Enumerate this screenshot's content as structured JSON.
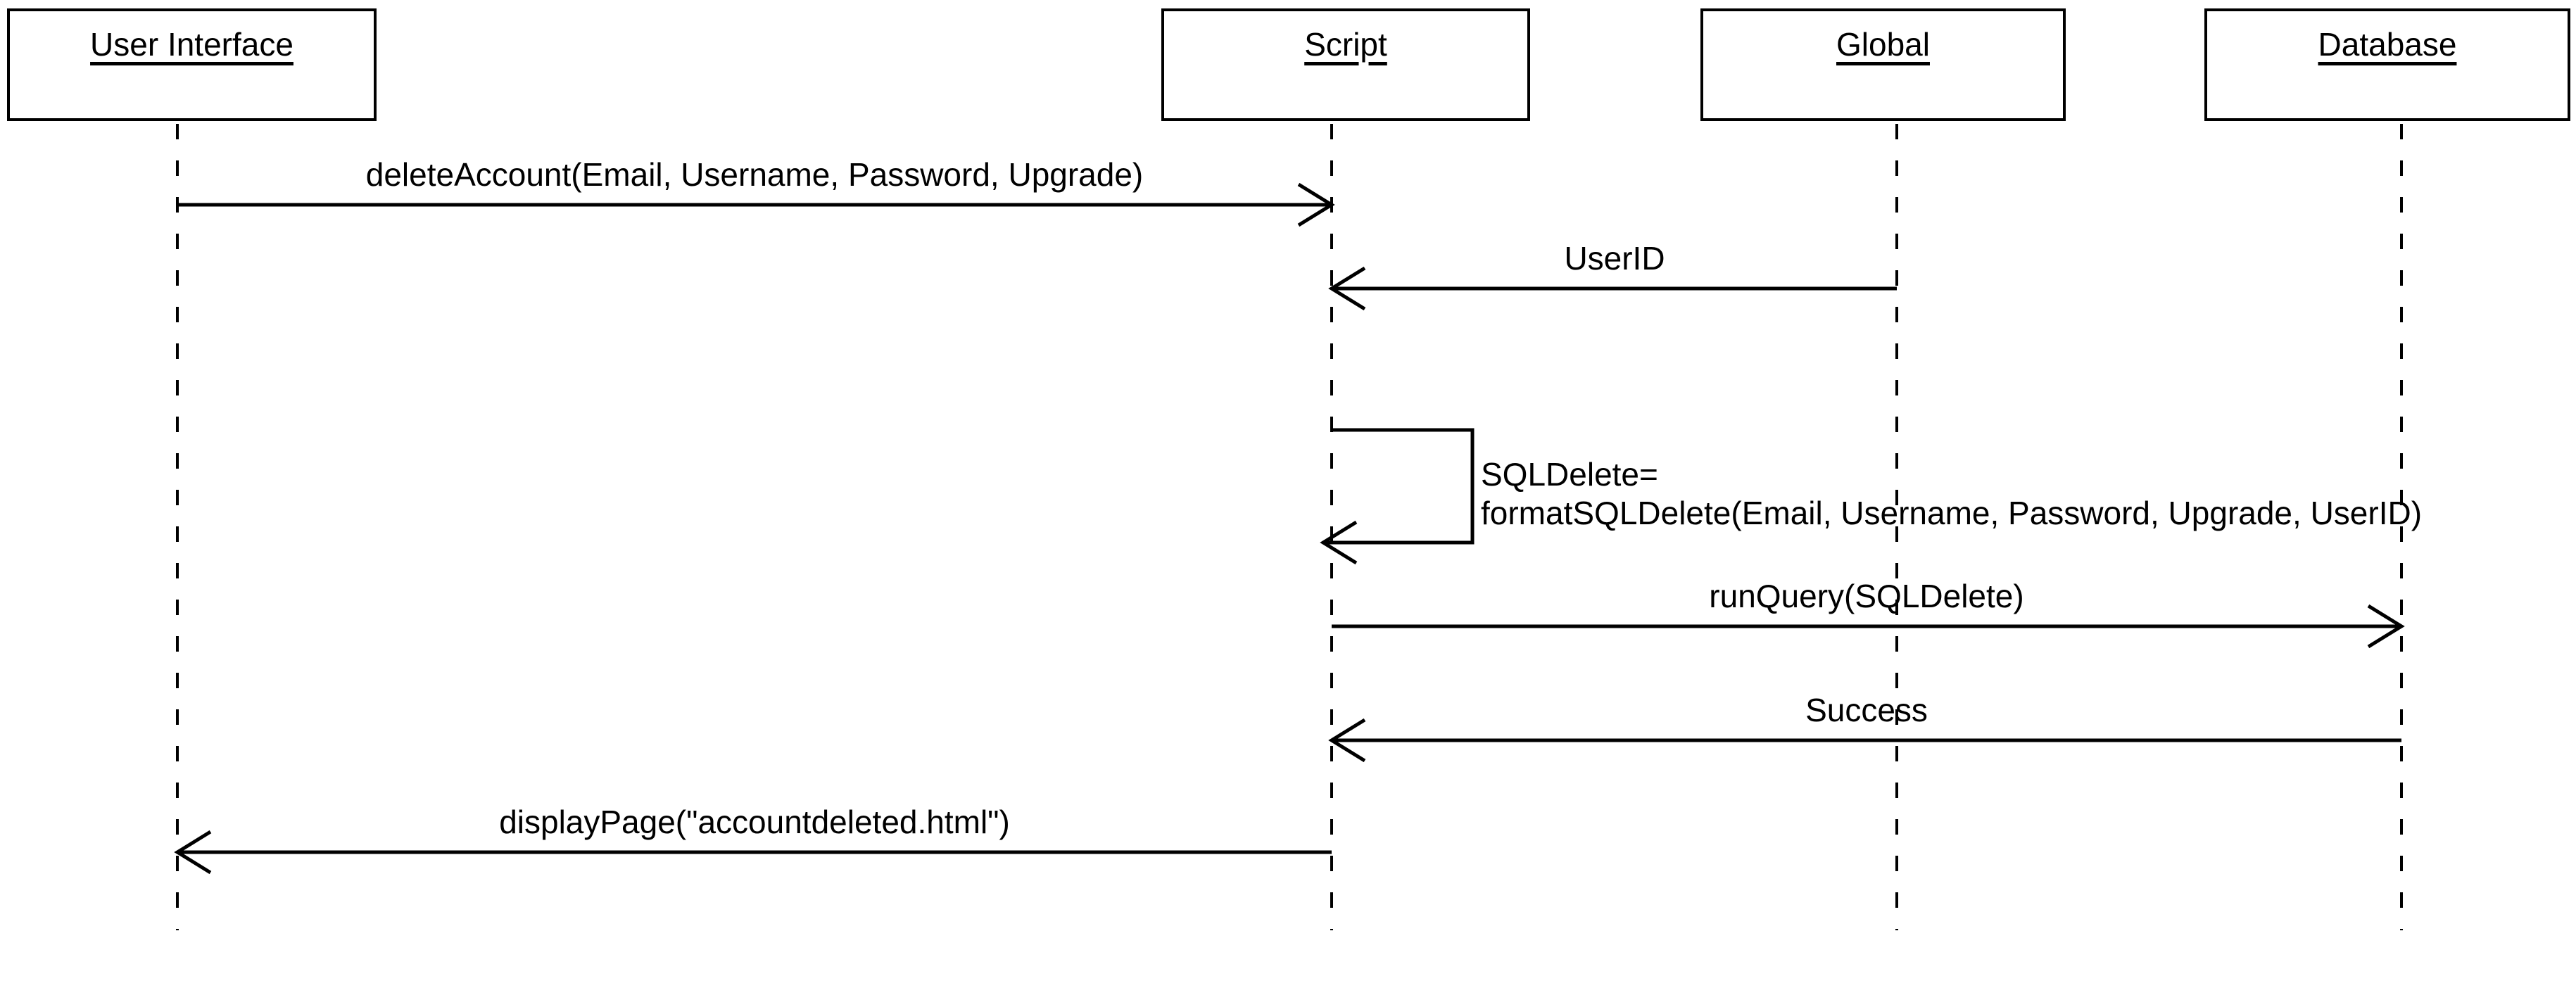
{
  "page": {
    "background_color": "#ffffff",
    "ink_color": "#000000"
  },
  "diagram": {
    "kind": "uml-sequence-diagram",
    "actors": [
      {
        "name": "User Interface"
      },
      {
        "name": "Script"
      },
      {
        "name": "Global"
      },
      {
        "name": "Database"
      }
    ],
    "messages": [
      {
        "from": "User Interface",
        "to": "Script",
        "kind": "call",
        "label": "deleteAccount(Email, Username, Password, Upgrade)"
      },
      {
        "from": "Global",
        "to": "Script",
        "kind": "return",
        "label": "UserID"
      },
      {
        "from": "Script",
        "to": "Script",
        "kind": "self",
        "label_line1": "SQLDelete=",
        "label_line2": "formatSQLDelete(Email, Username, Password, Upgrade, UserID)"
      },
      {
        "from": "Script",
        "to": "Database",
        "kind": "call",
        "label": "runQuery(SQLDelete)"
      },
      {
        "from": "Database",
        "to": "Script",
        "kind": "return",
        "label": "Success"
      },
      {
        "from": "Script",
        "to": "User Interface",
        "kind": "return",
        "label": "displayPage(\"accountdeleted.html\")"
      }
    ]
  }
}
